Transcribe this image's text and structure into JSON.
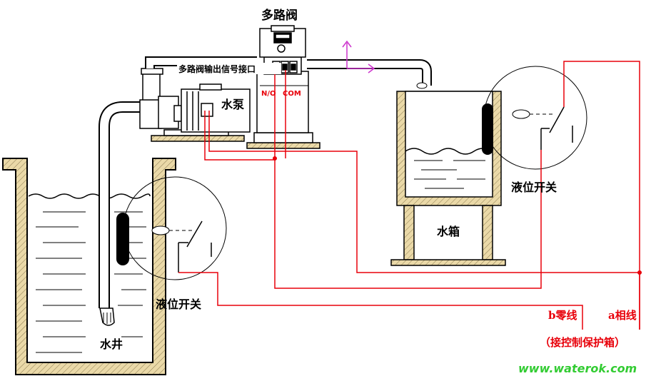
{
  "labels": {
    "valve_title": "多路阀",
    "signal_port": "多路阀输出信号接口",
    "no_terminal": "N/O",
    "com_terminal": "COM",
    "pump": "水泵",
    "tank": "水箱",
    "well": "水井",
    "switch_tank": "液位开关",
    "switch_well": "液位开关",
    "neutral": "b零线",
    "phase": "a相线",
    "control_box": "（接控制保护箱）",
    "watermark": "www.waterok.com"
  },
  "colors": {
    "wire": "#e8000a",
    "arrow": "#cc33cc",
    "tank_wall": "#e8d7a8",
    "watermark": "#33cc33"
  }
}
